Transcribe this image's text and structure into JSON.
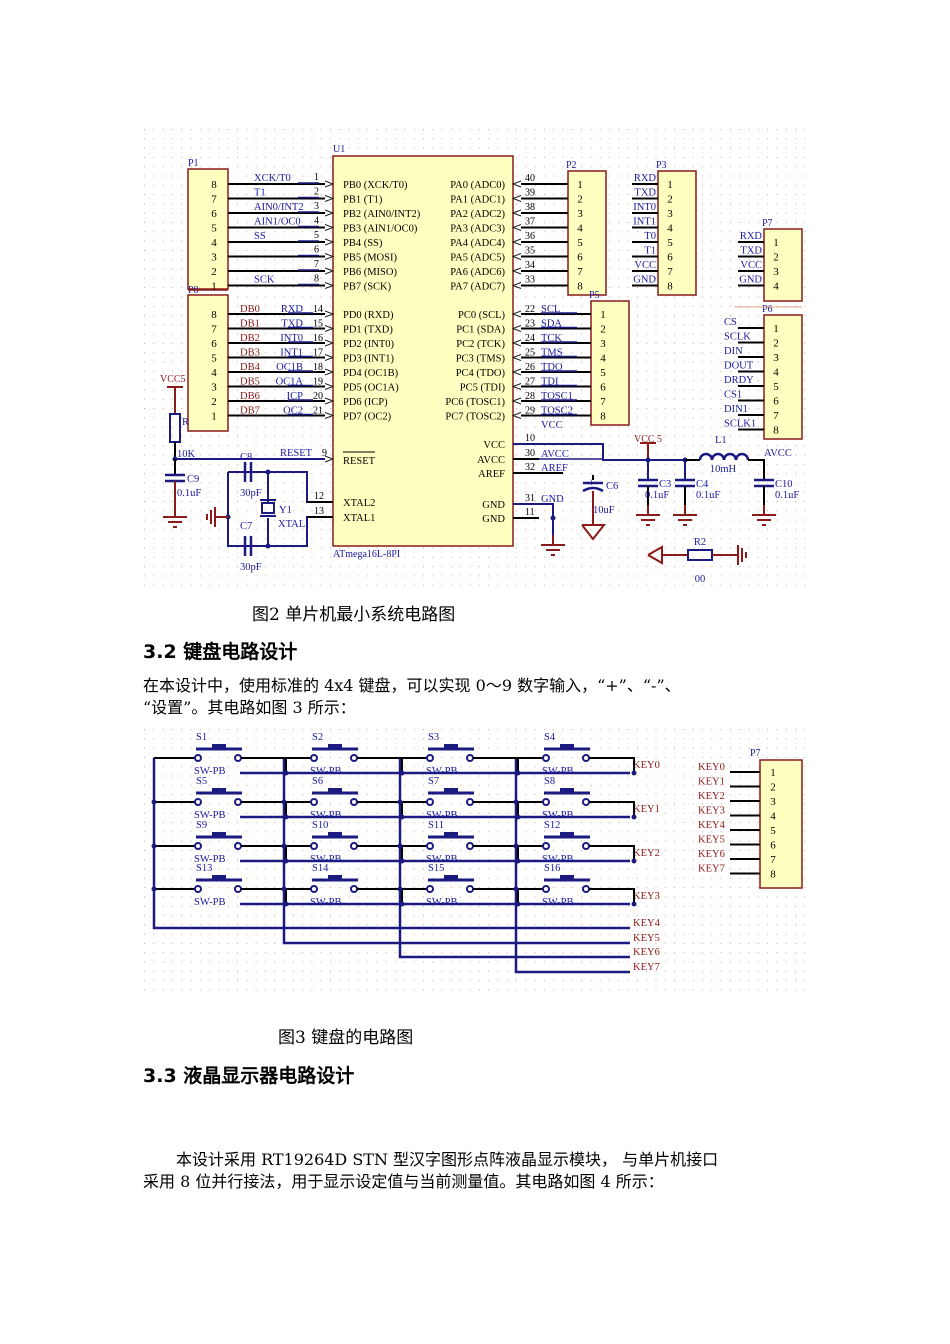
{
  "fig2": {
    "caption": "图2 单片机最小系统电路图",
    "u1": {
      "ref": "U1",
      "part": "ATmega16L-8PI",
      "left_pins_b": [
        {
          "num": "1",
          "name": "PB0 (XCK/T0)",
          "net": "XCK/T0"
        },
        {
          "num": "2",
          "name": "PB1 (T1)",
          "net": "T1"
        },
        {
          "num": "3",
          "name": "PB2 (AIN0/INT2)",
          "net": "AIN0/INT2"
        },
        {
          "num": "4",
          "name": "PB3 (AIN1/OC0)",
          "net": "AIN1/OC0"
        },
        {
          "num": "5",
          "name": "PB4 (SS)",
          "net": "SS"
        },
        {
          "num": "6",
          "name": "PB5 (MOSI)",
          "net": ""
        },
        {
          "num": "7",
          "name": "PB6 (MISO)",
          "net": ""
        },
        {
          "num": "8",
          "name": "PB7 (SCK)",
          "net": "SCK"
        }
      ],
      "left_pins_d": [
        {
          "num": "14",
          "name": "PD0 (RXD)",
          "net": "RXD",
          "db": "DB0"
        },
        {
          "num": "15",
          "name": "PD1 (TXD)",
          "net": "TXD",
          "db": "DB1"
        },
        {
          "num": "16",
          "name": "PD2 (INT0)",
          "net": "INT0",
          "db": "DB2"
        },
        {
          "num": "17",
          "name": "PD3 (INT1)",
          "net": "INT1",
          "db": "DB3"
        },
        {
          "num": "18",
          "name": "PD4 (OC1B)",
          "net": "OC1B",
          "db": "DB4"
        },
        {
          "num": "19",
          "name": "PD5 (OC1A)",
          "net": "OC1A",
          "db": "DB5"
        },
        {
          "num": "20",
          "name": "PD6 (ICP)",
          "net": "ICP",
          "db": "DB6"
        },
        {
          "num": "21",
          "name": "PD7 (OC2)",
          "net": "OC2",
          "db": "DB7"
        }
      ],
      "right_pins_a": [
        {
          "num": "40",
          "name": "PA0 (ADC0)"
        },
        {
          "num": "39",
          "name": "PA1 (ADC1)"
        },
        {
          "num": "38",
          "name": "PA2 (ADC2)"
        },
        {
          "num": "37",
          "name": "PA3 (ADC3)"
        },
        {
          "num": "36",
          "name": "PA4 (ADC4)"
        },
        {
          "num": "35",
          "name": "PA5 (ADC5)"
        },
        {
          "num": "34",
          "name": "PA6 (ADC6)"
        },
        {
          "num": "33",
          "name": "PA7 (ADC7)"
        }
      ],
      "right_pins_c": [
        {
          "num": "22",
          "name": "PC0 (SCL)",
          "net": "SCL"
        },
        {
          "num": "23",
          "name": "PC1 (SDA)",
          "net": "SDA"
        },
        {
          "num": "24",
          "name": "PC2 (TCK)",
          "net": "TCK"
        },
        {
          "num": "25",
          "name": "PC3 (TMS)",
          "net": "TMS"
        },
        {
          "num": "26",
          "name": "PC4 (TDO)",
          "net": "TDO"
        },
        {
          "num": "27",
          "name": "PC5 (TDI)",
          "net": "TDI"
        },
        {
          "num": "28",
          "name": "PC6 (TOSC1)",
          "net": "TOSC1"
        },
        {
          "num": "29",
          "name": "PC7 (TOSC2)",
          "net": "TOSC2"
        }
      ],
      "power_pins": [
        {
          "num": "10",
          "name": "VCC",
          "net": ""
        },
        {
          "num": "30",
          "name": "AVCC",
          "net": "AVCC"
        },
        {
          "num": "32",
          "name": "AREF",
          "net": "AREF"
        },
        {
          "num": "31",
          "name": "GND",
          "net": "GND"
        },
        {
          "num": "11",
          "name": "GND",
          "net": ""
        }
      ],
      "reset_pin": {
        "num": "9",
        "name": "RESET",
        "net": "RESET"
      },
      "xtal_pins": [
        {
          "num": "12",
          "name": "XTAL2"
        },
        {
          "num": "13",
          "name": "XTAL1"
        }
      ],
      "extra_net": "VCC"
    },
    "p1": {
      "ref": "P1",
      "pins": [
        "8",
        "7",
        "6",
        "5",
        "4",
        "3",
        "2",
        "1"
      ]
    },
    "p8": {
      "ref": "P8",
      "pins": [
        "8",
        "7",
        "6",
        "5",
        "4",
        "3",
        "2",
        "1"
      ]
    },
    "p2": {
      "ref": "P2",
      "pins": [
        "1",
        "2",
        "3",
        "4",
        "5",
        "6",
        "7",
        "8"
      ]
    },
    "p3": {
      "ref": "P3",
      "pins": [
        "1",
        "2",
        "3",
        "4",
        "5",
        "6",
        "7",
        "8"
      ],
      "nets": [
        "RXD",
        "TXD",
        "INT0",
        "INT1",
        "T0",
        "T1",
        "VCC",
        "GND"
      ]
    },
    "p5": {
      "ref": "P5",
      "pins": [
        "1",
        "2",
        "3",
        "4",
        "5",
        "6",
        "7",
        "8"
      ]
    },
    "p6": {
      "ref": "P6",
      "pins": [
        "1",
        "2",
        "3",
        "4",
        "5",
        "6",
        "7",
        "8"
      ],
      "nets": [
        "CS",
        "SCLK",
        "DIN",
        "DOUT",
        "DRDY",
        "CS1",
        "DIN1",
        "SCLK1"
      ]
    },
    "p7": {
      "ref": "P7",
      "pins": [
        "1",
        "2",
        "3",
        "4"
      ],
      "nets": [
        "RXD",
        "TXD",
        "VCC",
        "GND"
      ]
    },
    "reset_circuit": {
      "vcc": "VCC5",
      "r": "R",
      "r_val": "10K",
      "c": "C9",
      "c_val": "0.1uF"
    },
    "crystal": {
      "c8": "C8",
      "c8_val": "30pF",
      "c7": "C7",
      "c7_val": "30pF",
      "y": "Y1",
      "y_val": "XTAL"
    },
    "power": {
      "vcc5": "VCC 5",
      "l1": "L1",
      "l1_val": "10mH",
      "avcc": "AVCC",
      "c3": "C3",
      "c3_val": "0.1uF",
      "c4": "C4",
      "c4_val": "0.1uF",
      "c10": "C10",
      "c10_val": "0.1uF",
      "c6": "C6",
      "c6_val": "10uF",
      "r2": "R2",
      "r2_val": "00"
    }
  },
  "section_32": {
    "heading": "3.2 键盘电路设计",
    "para_line1": "在本设计中，使用标准的 4x4 键盘，可以实现 0～9 数字输入，“+”、“-”、",
    "para_line2": "“设置”。其电路如图 3 所示："
  },
  "fig3": {
    "caption": "图3 键盘的电路图",
    "switches": [
      [
        "S1",
        "S2",
        "S3",
        "S4"
      ],
      [
        "S5",
        "S6",
        "S7",
        "S8"
      ],
      [
        "S9",
        "S10",
        "S11",
        "S12"
      ],
      [
        "S13",
        "S14",
        "S15",
        "S16"
      ]
    ],
    "switch_type": "SW-PB",
    "row_nets": [
      "KEY0",
      "KEY1",
      "KEY2",
      "KEY3"
    ],
    "col_nets": [
      "KEY4",
      "KEY5",
      "KEY6",
      "KEY7"
    ],
    "p7": {
      "ref": "P7",
      "pins": [
        "1",
        "2",
        "3",
        "4",
        "5",
        "6",
        "7",
        "8"
      ],
      "nets": [
        "KEY0",
        "KEY1",
        "KEY2",
        "KEY3",
        "KEY4",
        "KEY5",
        "KEY6",
        "KEY7"
      ]
    }
  },
  "section_33": {
    "heading": "3.3 液晶显示器电路设计",
    "para_line1": "本设计采用 RT19264D STN 型汉字图形点阵液晶显示模块， 与单片机接口",
    "para_line2": "采用 8 位并行接法，用于显示设定值与当前测量值。其电路如图 4 所示："
  },
  "colors": {
    "wire": "#1a1a80",
    "wire_black": "#000000",
    "part_border": "#8b1a1a",
    "part_fill": "#ffffc0",
    "label_blue": "#1a1aa0",
    "label_red": "#8b1a1a",
    "grid_dot": "#d4a0a0"
  }
}
